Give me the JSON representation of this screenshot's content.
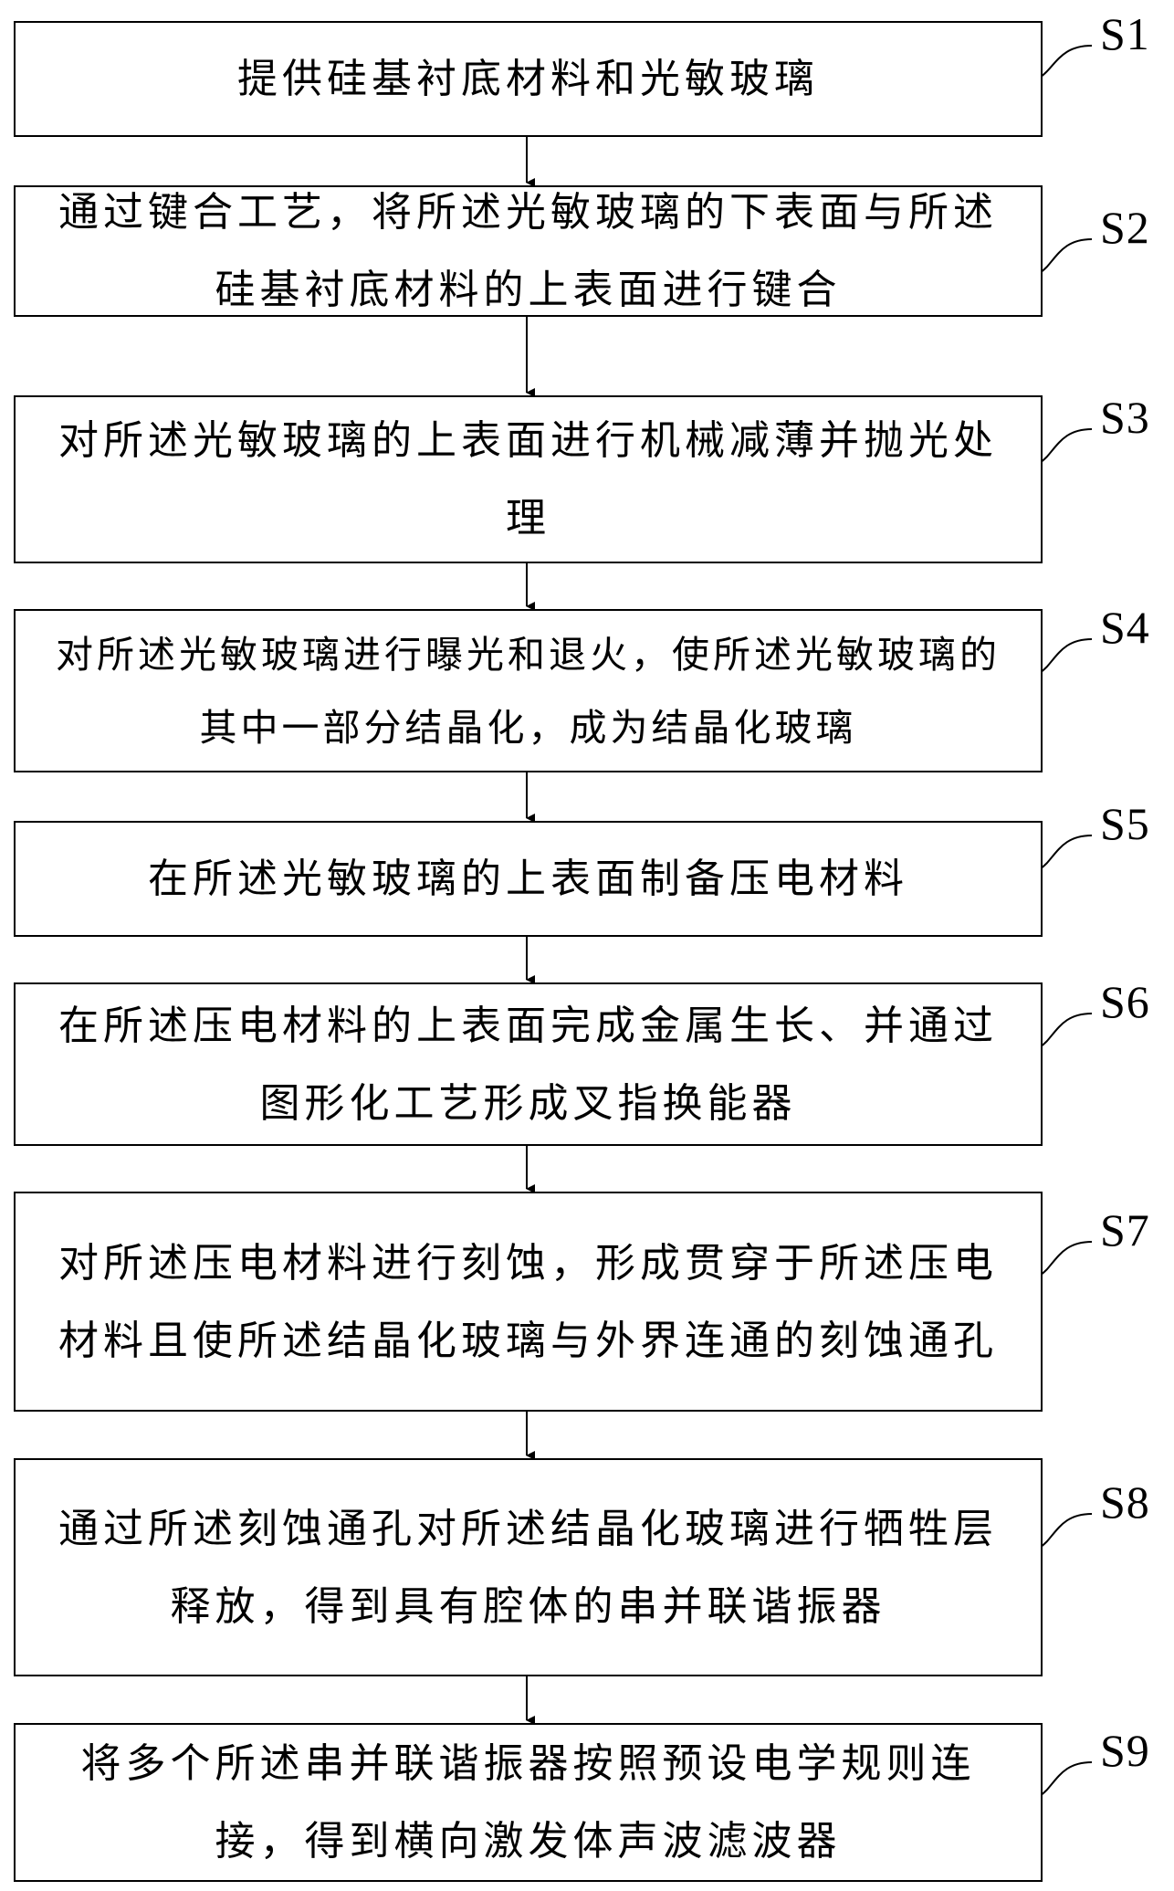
{
  "steps": [
    {
      "label": "S1",
      "text": "提供硅基衬底材料和光敏玻璃"
    },
    {
      "label": "S2",
      "text": "通过键合工艺，将所述光敏玻璃的下表面与所述硅基衬底材料的上表面进行键合"
    },
    {
      "label": "S3",
      "text": "对所述光敏玻璃的上表面进行机械减薄并抛光处理"
    },
    {
      "label": "S4",
      "text": "对所述光敏玻璃进行曝光和退火，使所述光敏玻璃的其中一部分结晶化，成为结晶化玻璃"
    },
    {
      "label": "S5",
      "text": "在所述光敏玻璃的上表面制备压电材料"
    },
    {
      "label": "S6",
      "text": "在所述压电材料的上表面完成金属生长、并通过图形化工艺形成叉指换能器"
    },
    {
      "label": "S7",
      "text": "对所述压电材料进行刻蚀，形成贯穿于所述压电材料且使所述结晶化玻璃与外界连通的刻蚀通孔"
    },
    {
      "label": "S8",
      "text": "通过所述刻蚀通孔对所述结晶化玻璃进行牺牲层释放，得到具有腔体的串并联谐振器"
    },
    {
      "label": "S9",
      "text": "将多个所述串并联谐振器按照预设电学规则连接，得到横向激发体声波滤波器"
    }
  ]
}
